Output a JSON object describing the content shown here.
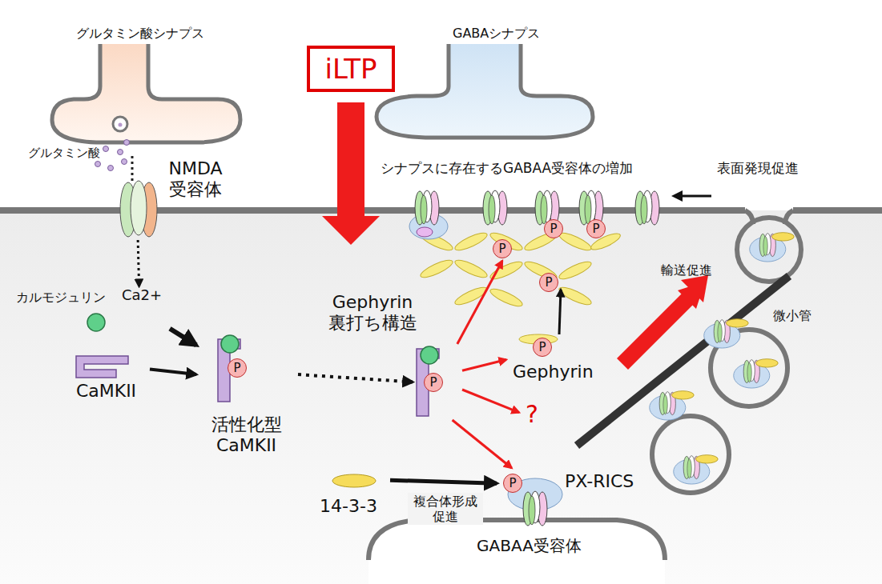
{
  "diagram": {
    "nodes": [
      {
        "text": [
          "iLTP"
        ]
      },
      {
        "text": [
          "NMDA 受容体"
        ]
      },
      {
        "text": [
          "カルモジュリン",
          "Ca2+"
        ]
      },
      {
        "text": [
          "CaMKII"
        ]
      },
      {
        "text": [
          "P",
          "活性化型 CaMKII"
        ]
      },
      {
        "text": [
          "P"
        ]
      },
      {
        "text": [
          "P"
        ]
      },
      {
        "text": [
          "P",
          "Gephyrin"
        ]
      },
      {
        "text": [
          "P"
        ]
      },
      {
        "text": [
          "?"
        ]
      },
      {
        "text": [
          "P",
          "PX-RICS"
        ]
      },
      {
        "text": [
          "14-3-3"
        ]
      }
    ],
    "edges": [
      {
        "from": 1,
        "to": 2,
        "arrow": "to"
      },
      {
        "from": 2,
        "to": 4,
        "arrow": "to"
      },
      {
        "from": 3,
        "to": 4,
        "arrow": "to"
      },
      {
        "from": 4,
        "to": 5,
        "arrow": "to"
      },
      {
        "from": 5,
        "to": 6,
        "arrow": "to"
      },
      {
        "from": 5,
        "to": 7,
        "arrow": "to"
      },
      {
        "from": 5,
        "to": 9,
        "arrow": "to"
      },
      {
        "from": 5,
        "to": 10,
        "arrow": "to"
      },
      {
        "from": 7,
        "to": 8,
        "arrow": "to"
      },
      {
        "from": 11,
        "to": 10,
        "label": "複合体形成 促進",
        "arrow": "to"
      }
    ],
    "labels": [
      "グルタミン酸シナプス",
      "GABAシナプス",
      "グルタミン酸",
      "シナプスに存在するGABAA受容体の増加",
      "表面発現促進",
      "Gephyrin 裏打ち構造",
      "輸送促進",
      "微小管",
      "GABAA受容体",
      "P",
      "P"
    ]
  }
}
